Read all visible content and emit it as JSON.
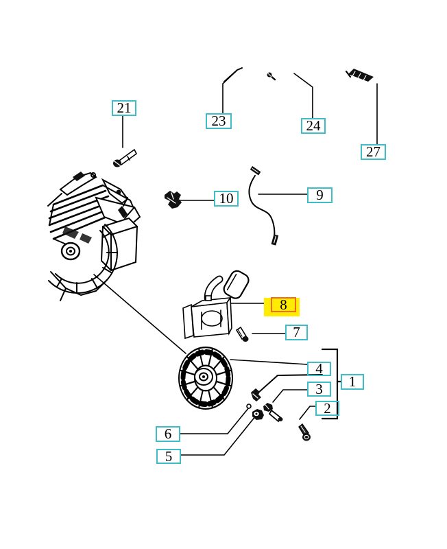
{
  "diagram": {
    "type": "exploded-parts-diagram",
    "highlighted_callout": "8"
  },
  "colors": {
    "background": "#ffffff",
    "callout_border": "#3fbdc7",
    "highlight_fill": "#ffec00",
    "highlight_border": "#f26b1d",
    "line": "#000000"
  },
  "callouts": [
    {
      "id": "c21",
      "label": "21",
      "highlighted": false
    },
    {
      "id": "c23",
      "label": "23",
      "highlighted": false
    },
    {
      "id": "c24",
      "label": "24",
      "highlighted": false
    },
    {
      "id": "c27",
      "label": "27",
      "highlighted": false
    },
    {
      "id": "c10",
      "label": "10",
      "highlighted": false
    },
    {
      "id": "c9",
      "label": "9",
      "highlighted": false
    },
    {
      "id": "c8",
      "label": "8",
      "highlighted": true
    },
    {
      "id": "c7",
      "label": "7",
      "highlighted": false
    },
    {
      "id": "c4",
      "label": "4",
      "highlighted": false
    },
    {
      "id": "c1",
      "label": "1",
      "highlighted": false
    },
    {
      "id": "c3",
      "label": "3",
      "highlighted": false
    },
    {
      "id": "c2",
      "label": "2",
      "highlighted": false
    },
    {
      "id": "c6",
      "label": "6",
      "highlighted": false
    },
    {
      "id": "c5",
      "label": "5",
      "highlighted": false
    }
  ],
  "parts_drawn": [
    "engine-assembly",
    "bolt-21",
    "rod-23",
    "screw-24",
    "screw-27",
    "clip-10",
    "spark-plug-wire-9",
    "ignition-coil-8",
    "screw-7",
    "flywheel-4",
    "clip-4",
    "pawl-3",
    "screw-2",
    "washer-6",
    "nut-5",
    "group-bracket-1"
  ]
}
